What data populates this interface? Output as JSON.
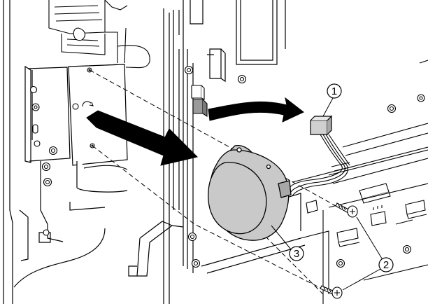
{
  "figure": {
    "colors": {
      "line": "#000000",
      "paper": "#ffffff",
      "motor_fill": "#c9c9c9",
      "arrow_fill": "#000000",
      "connector_fill": "#d0d0d0"
    },
    "callouts": [
      {
        "id": "connector",
        "label": "1"
      },
      {
        "id": "screws",
        "label": "2"
      },
      {
        "id": "motor",
        "label": "3"
      }
    ]
  }
}
